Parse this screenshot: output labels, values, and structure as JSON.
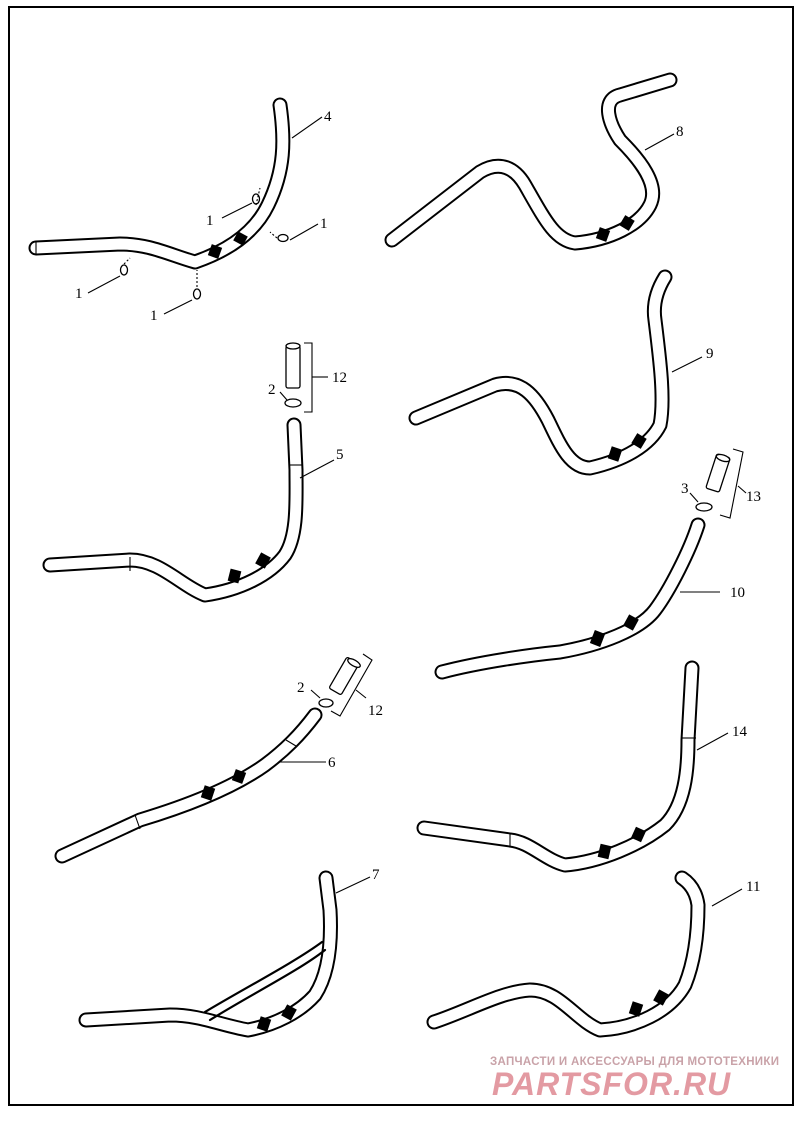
{
  "diagram": {
    "callouts": {
      "c1a": "1",
      "c1b": "1",
      "c1c": "1",
      "c1d": "1",
      "c4": "4",
      "c8": "8",
      "c9": "9",
      "c12a": "12",
      "c2a": "2",
      "c5": "5",
      "c3": "3",
      "c13": "13",
      "c10": "10",
      "c2b": "2",
      "c12b": "12",
      "c6": "6",
      "c14": "14",
      "c7": "7",
      "c11": "11"
    },
    "parts": [
      {
        "id": "1",
        "name": "clip"
      },
      {
        "id": "2",
        "name": "washer"
      },
      {
        "id": "3",
        "name": "washer"
      },
      {
        "id": "4",
        "name": "handlebar"
      },
      {
        "id": "5",
        "name": "handlebar"
      },
      {
        "id": "6",
        "name": "handlebar"
      },
      {
        "id": "7",
        "name": "handlebar"
      },
      {
        "id": "8",
        "name": "handlebar"
      },
      {
        "id": "9",
        "name": "handlebar"
      },
      {
        "id": "10",
        "name": "handlebar"
      },
      {
        "id": "11",
        "name": "handlebar"
      },
      {
        "id": "12",
        "name": "end insert kit"
      },
      {
        "id": "13",
        "name": "end insert kit"
      },
      {
        "id": "14",
        "name": "handlebar"
      }
    ]
  },
  "watermark": {
    "line1": "ЗАПЧАСТИ И АКСЕССУАРЫ ДЛЯ МОТОТЕХНИКИ",
    "line2": "PARTSFOR.RU",
    "color": "#e39aa2"
  }
}
